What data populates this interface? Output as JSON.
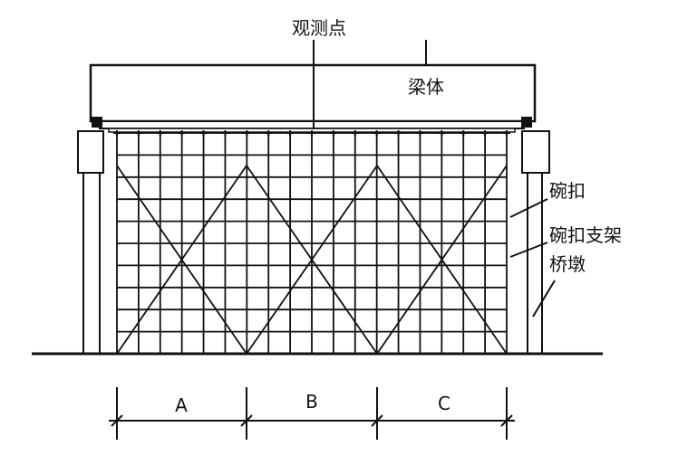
{
  "labels": {
    "observation_point": "观测点",
    "beam": "梁体",
    "bowl_buckle": "碗扣",
    "bowl_buckle_support": "碗扣支架",
    "pier": "桥墩"
  },
  "dimensions": {
    "spans": [
      "A",
      "B",
      "C"
    ]
  },
  "colors": {
    "line": "#111111",
    "background": "#ffffff"
  }
}
